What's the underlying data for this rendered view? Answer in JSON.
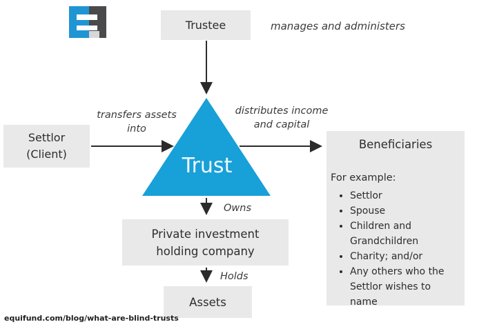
{
  "colors": {
    "triangle": "#18a0d8",
    "box_bg": "#e9e9e9",
    "arrow": "#2b2b2b",
    "logo_blue": "#2095d3",
    "logo_gray": "#4a4a4c"
  },
  "nodes": {
    "trustee": {
      "label": "Trustee"
    },
    "trust": {
      "label": "Trust"
    },
    "settlor": {
      "line1": "Settlor",
      "line2": "(Client)"
    },
    "private_company": {
      "line1": "Private investment",
      "line2": "holding company"
    },
    "assets": {
      "label": "Assets"
    },
    "beneficiaries": {
      "title": "Beneficiaries",
      "intro": "For example:",
      "items": [
        "Settlor",
        "Spouse",
        "Children and Grandchildren",
        "Charity; and/or",
        "Any others who the Settlor wishes to name"
      ]
    }
  },
  "edges": {
    "manages": {
      "label": "manages and administers"
    },
    "transfers": {
      "label": "transfers assets into"
    },
    "distributes": {
      "label": "distributes income and capital"
    },
    "owns": {
      "label": "Owns"
    },
    "holds": {
      "label": "Holds"
    }
  },
  "footer": {
    "url": "equifund.com/blog/what-are-blind-trusts"
  }
}
